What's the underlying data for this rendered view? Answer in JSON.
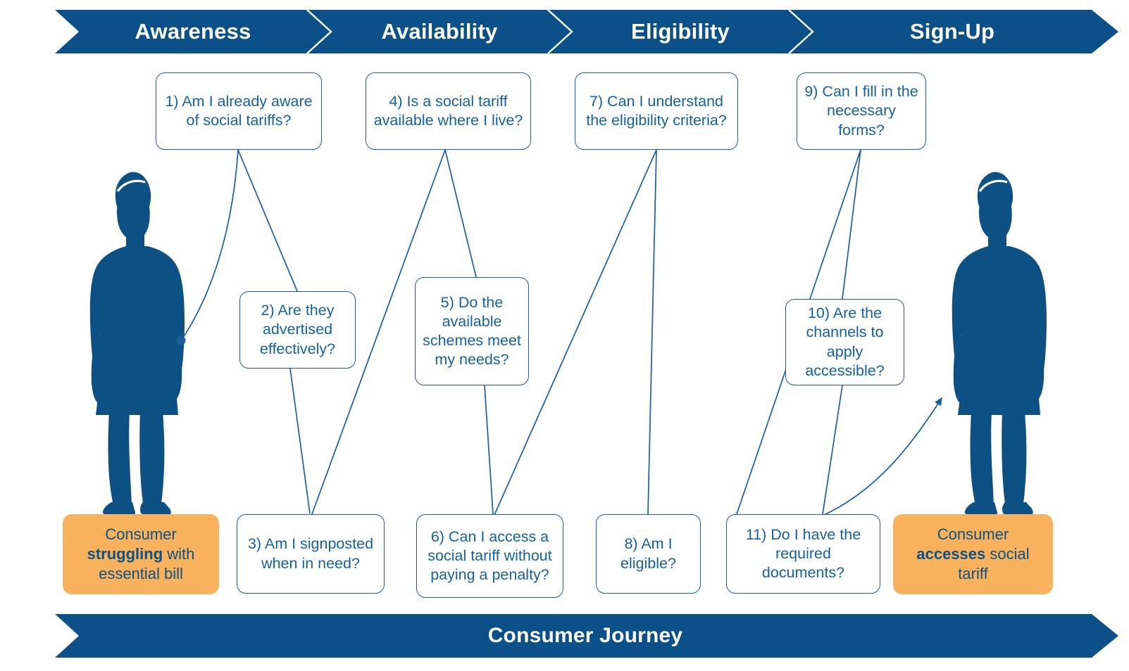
{
  "header": {
    "stages": [
      {
        "label": "Awareness"
      },
      {
        "label": "Availability"
      },
      {
        "label": "Eligibility"
      },
      {
        "label": "Sign-Up"
      }
    ]
  },
  "footer": {
    "label": "Consumer Journey"
  },
  "colors": {
    "banner_blue": "#0B5089",
    "box_border_blue": "#1F5C99",
    "text_blue": "#15629E",
    "orange": "#F8B15D",
    "figure_blue": "#0D5184",
    "connector_blue": "#1C5E9B",
    "banner_text": "#FFFFFF"
  },
  "boxes": [
    {
      "id": "q1",
      "text": "1) Am I already aware of social tariffs?",
      "stage": "Awareness",
      "row": "top"
    },
    {
      "id": "q2",
      "text": "2) Are they advertised effectively?",
      "stage": "Awareness",
      "row": "middle"
    },
    {
      "id": "q3",
      "text": "3) Am I signposted when in need?",
      "stage": "Awareness",
      "row": "bottom"
    },
    {
      "id": "q4",
      "text": "4) Is a social tariff available where I live?",
      "stage": "Availability",
      "row": "top"
    },
    {
      "id": "q5",
      "text": "5) Do the available schemes meet my needs?",
      "stage": "Availability",
      "row": "middle"
    },
    {
      "id": "q6",
      "text": "6) Can I access a social tariff without paying a penalty?",
      "stage": "Availability",
      "row": "bottom"
    },
    {
      "id": "q7",
      "text": "7) Can I understand the eligibility criteria?",
      "stage": "Eligibility",
      "row": "top"
    },
    {
      "id": "q8",
      "text": "8) Am I eligible?",
      "stage": "Eligibility",
      "row": "bottom"
    },
    {
      "id": "q9",
      "text": "9) Can I fill in the necessary forms?",
      "stage": "Sign-Up",
      "row": "top"
    },
    {
      "id": "q10",
      "text": "10) Are the channels to apply accessible?",
      "stage": "Sign-Up",
      "row": "middle"
    },
    {
      "id": "q11",
      "text": "11) Do I have the required documents?",
      "stage": "Sign-Up",
      "row": "bottom"
    }
  ],
  "start_state": {
    "prefix": "Consumer ",
    "emphasis": "struggling",
    "suffix": " with essential bill"
  },
  "end_state": {
    "prefix": "Consumer ",
    "emphasis": "accesses",
    "suffix": " social tariff"
  },
  "figures": [
    {
      "name": "consumer-start-figure",
      "position": "left"
    },
    {
      "name": "consumer-end-figure",
      "position": "right"
    }
  ]
}
